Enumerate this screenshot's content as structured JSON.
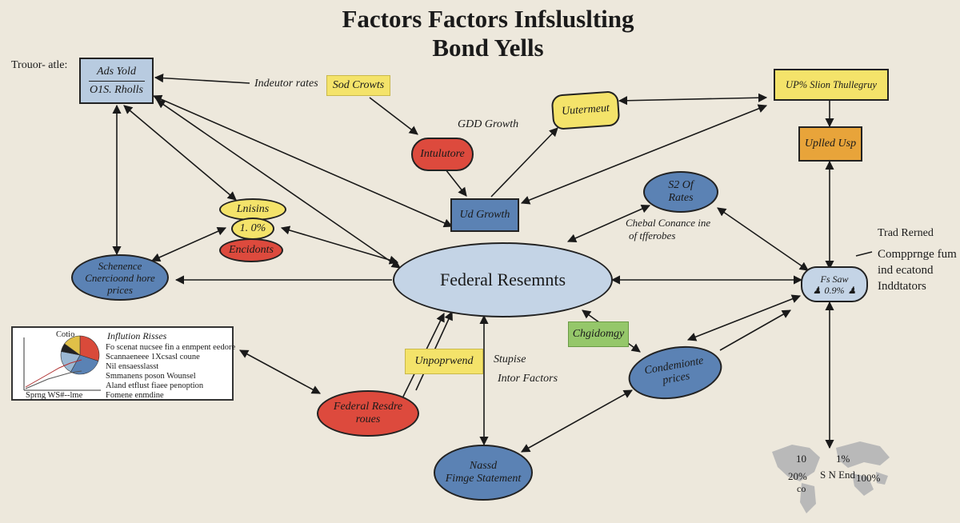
{
  "title": {
    "line1": "Factors Factors Infsluslting",
    "line2": "Bond Yells"
  },
  "labels": {
    "top_left": "Trouor- atle:",
    "indicator_rates": "Indeutor rates",
    "gdd_growth": "GDD Growth",
    "sidebar_right_1": "Trad Rerned",
    "sidebar_right_2": "Compprnge fum",
    "sidebar_right_3": "ind ecatond",
    "sidebar_right_4": "Inddtators",
    "central_confidence_1": "Chebal Conance ine",
    "central_confidence_2": "of tfferobes",
    "stupise": "Stupise",
    "intor_factors": "Intor Factors"
  },
  "nodes": {
    "ads_yold": {
      "line1": "Ads Yold",
      "line2": "O1S. Rholls"
    },
    "sod_crowts": "Sod Crowts",
    "inflation_ell": "Intulutore",
    "ud_growth": "Ud Growth",
    "uuterment": "Uutermeut",
    "up_slion": "UP% Slion Thullegruy",
    "uplled_usp": "Uplled Usp",
    "s_of_rates": {
      "line1": "S2 Of",
      "line2": "Rates"
    },
    "lnisins": "Lnisins",
    "pct_pill": "1. 0%",
    "encidonts": "Encidonts",
    "schenence": {
      "line1": "Schenence",
      "line2": "Cnercioond hore",
      "line3": "prices"
    },
    "federal_center": "Federal Resemnts",
    "person_node": {
      "line1": "Fs Saw",
      "line2": "0.9%"
    },
    "chgidomy": "Chgidomgy",
    "condemionte": {
      "line1": "Condemionte",
      "line2": "prices"
    },
    "unpoprwend": "Unpoprwend",
    "federal_resdre": {
      "line1": "Federal Resdre",
      "line2": "roues"
    },
    "nassd": {
      "line1": "Nassd",
      "line2": "Fimge Statement"
    }
  },
  "legend": {
    "head_left": "Cotio",
    "head_right": "Inflution Risses",
    "rows": [
      "Fo scenat nucsee fin a enmpent eedore",
      "Scannaeneee 1Xcsasl coune",
      "Nil ensaesslasst",
      "Smmanens poson Wounsel",
      "Aland etflust fiaee penoption",
      "Fomene enmdine"
    ],
    "axis_label": "Sprng WS#--lme",
    "pie_colors": [
      "#d94a3a",
      "#5a82b4",
      "#9bb8d3",
      "#222222",
      "#e0c048"
    ]
  },
  "map": {
    "n1": "10",
    "n2": "1%",
    "n3": "20%",
    "n4": "S N End",
    "n5": "100%",
    "n6": "co"
  },
  "colors": {
    "blue_node": "#5b82b4",
    "light_blue_box": "#b8cbe0",
    "yellow": "#f4e36a",
    "red": "#dd4a3d",
    "orange": "#e8a43a",
    "green": "#95c76a",
    "background": "#ede8dc"
  }
}
